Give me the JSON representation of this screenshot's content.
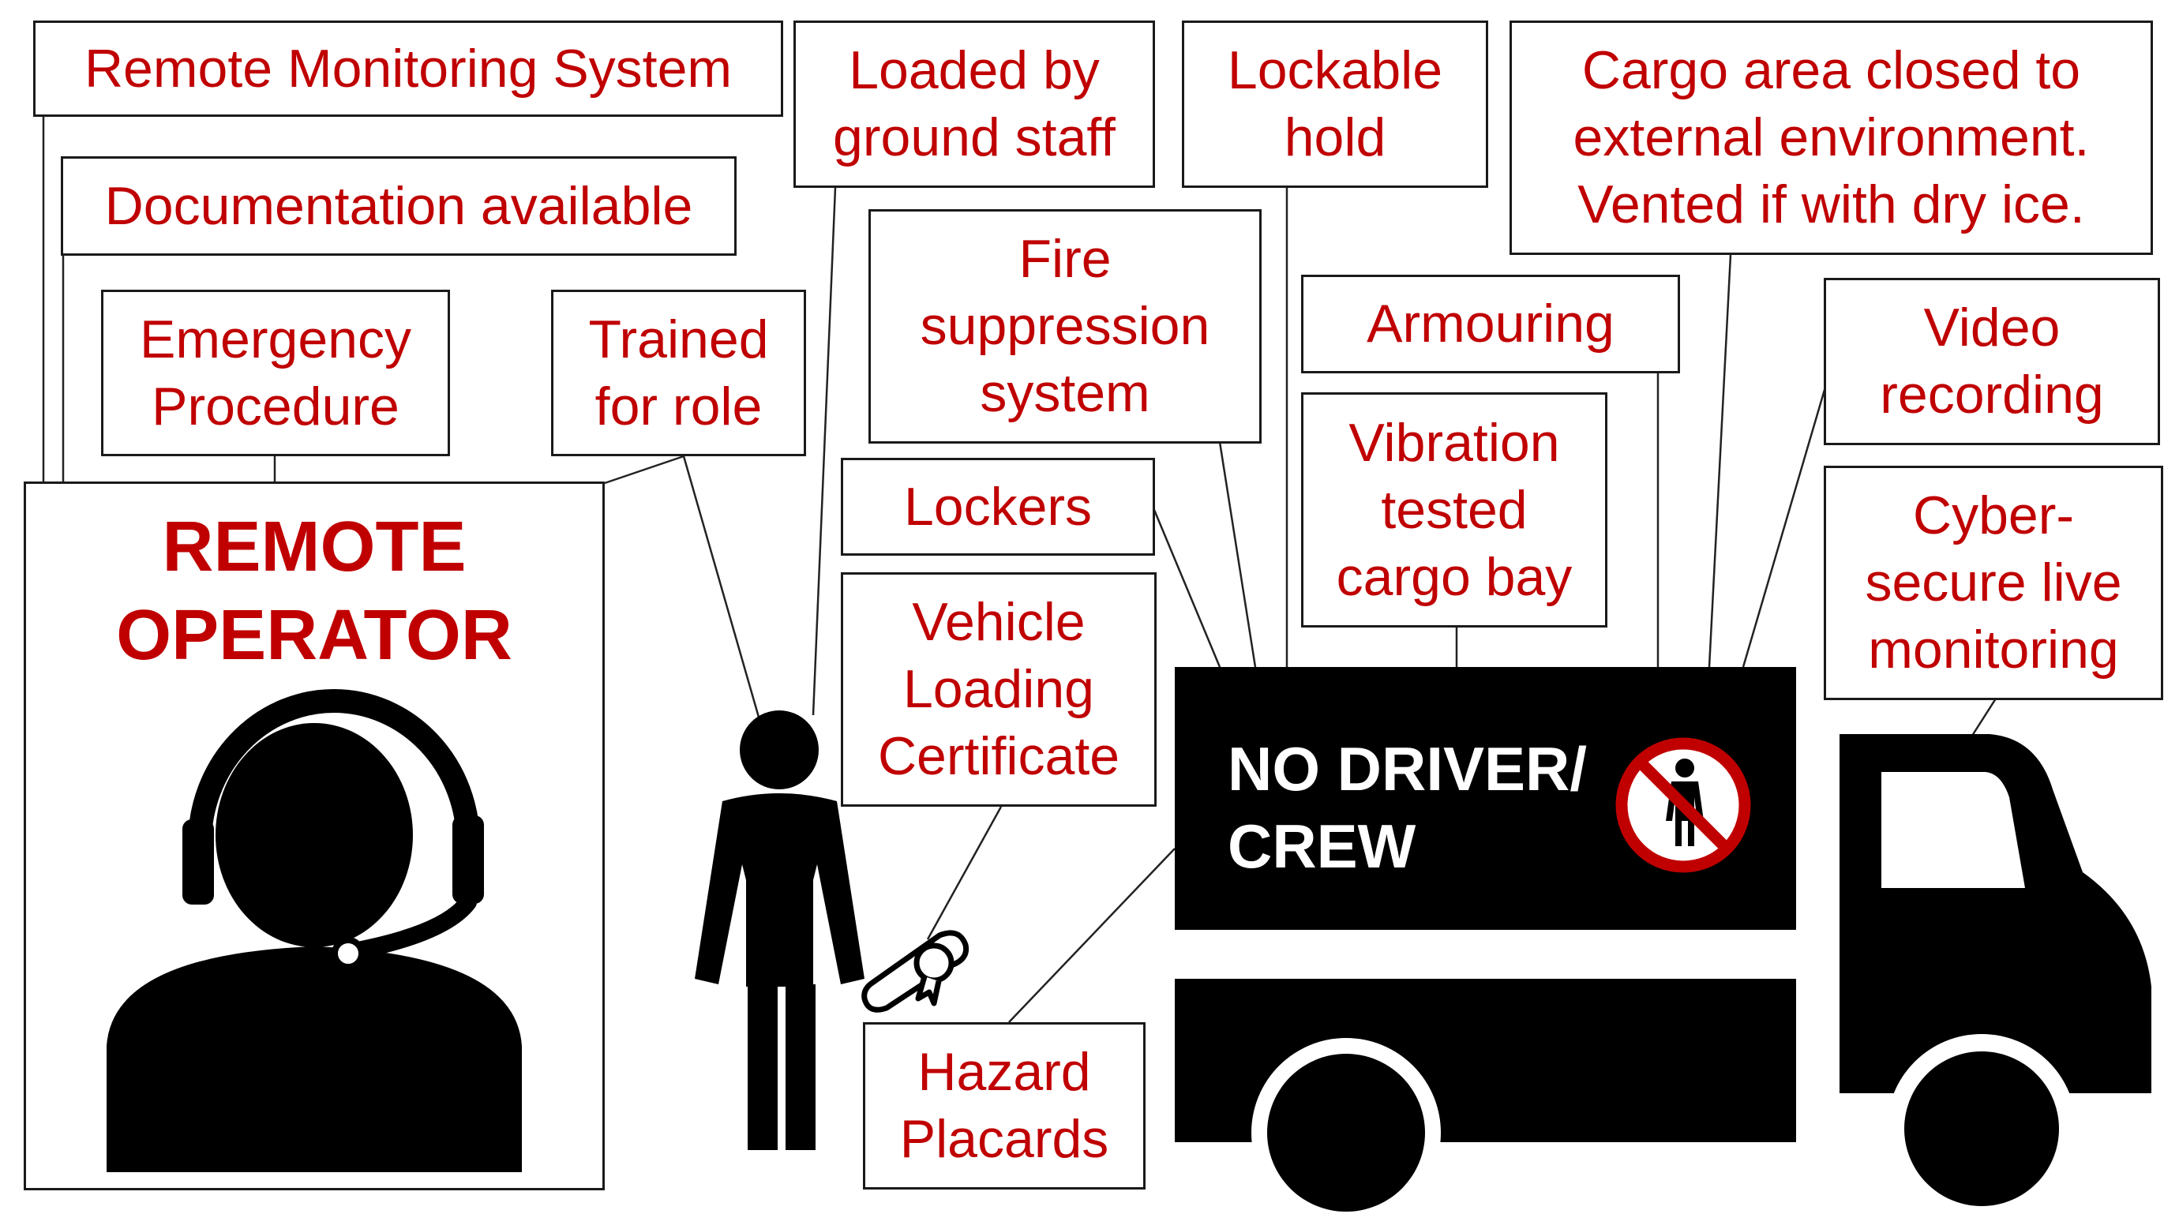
{
  "colors": {
    "label_text": "#c00000",
    "ink": "#000000",
    "box_border": "#1a1a1a",
    "no_sign": "#c00000"
  },
  "operator": {
    "title": "REMOTE\nOPERATOR"
  },
  "vehicle": {
    "banner": "NO DRIVER/\nCREW"
  },
  "icons": [
    "headset-operator-icon",
    "person-icon",
    "certificate-scroll-icon",
    "truck-icon",
    "no-person-sign-icon"
  ],
  "labels": {
    "remote_monitoring": "Remote Monitoring System",
    "documentation": "Documentation available",
    "emergency_procedure": "Emergency\nProcedure",
    "trained_for_role": "Trained\nfor role",
    "loaded_by_ground_staff": "Loaded by\nground staff",
    "fire_suppression": "Fire\nsuppression\nsystem",
    "lockers": "Lockers",
    "vehicle_loading_certificate": "Vehicle\nLoading\nCertificate",
    "hazard_placards": "Hazard\nPlacards",
    "lockable_hold": "Lockable\nhold",
    "armouring": "Armouring",
    "vibration_tested": "Vibration\ntested\ncargo bay",
    "cargo_area_closed": "Cargo area closed to\nexternal environment.\nVented if with dry ice.",
    "video_recording": "Video\nrecording",
    "cyber_secure": "Cyber-\nsecure live\nmonitoring"
  }
}
